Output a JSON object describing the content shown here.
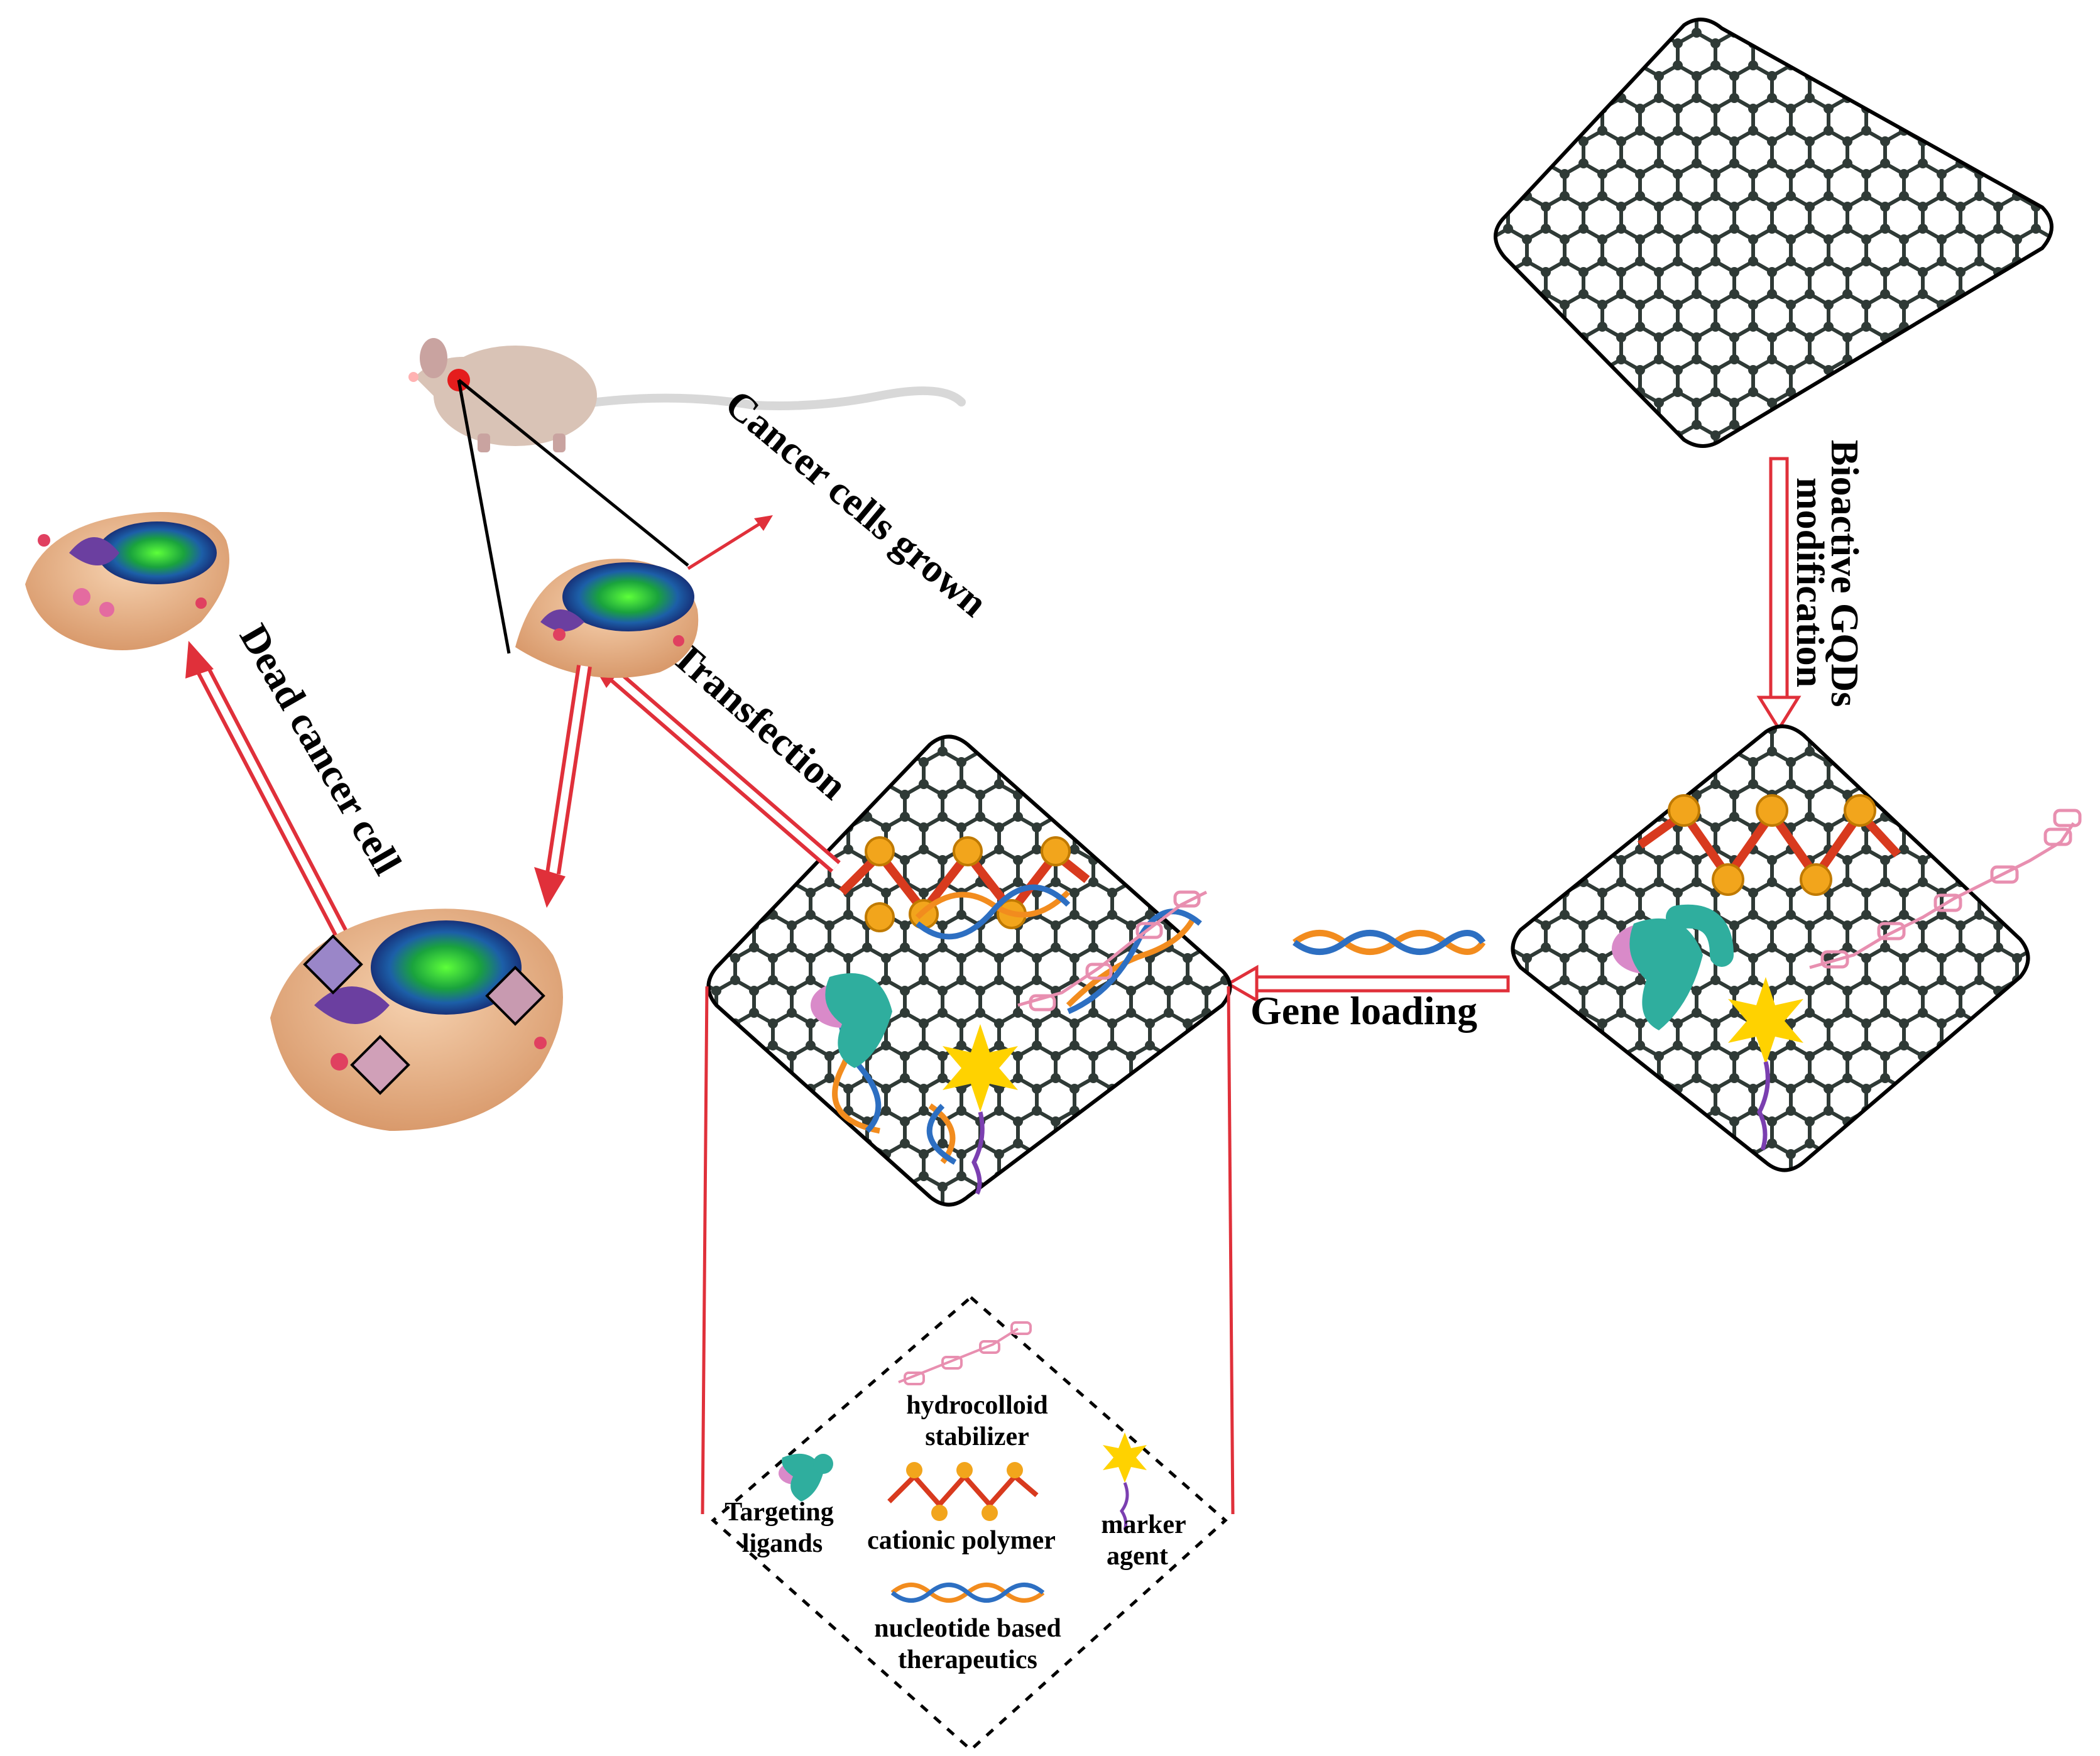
{
  "labels": {
    "bioactive_line1": "Bioactive GQDs",
    "bioactive_line2": "modification",
    "gene_loading": "Gene loading",
    "transfection": "Transfection",
    "cancer_cells_grown": "Cancer cells grown",
    "dead_cancer_cell": "Dead cancer cell"
  },
  "legend": {
    "hydrocolloid_line1": "hydrocolloid",
    "hydrocolloid_line2": "stabilizer",
    "targeting_line1": "Targeting",
    "targeting_line2": "ligands",
    "cationic": "cationic polymer",
    "marker_line1": "marker",
    "marker_line2": "agent",
    "nucleotide_line1": "nucleotide based",
    "nucleotide_line2": "therapeutics"
  },
  "colors": {
    "arrow": "#e0303a",
    "lattice": "#2f3a36",
    "polymer": "#d83a1e",
    "charge": "#f2a51c",
    "marker": "#ffd200",
    "ligand": "#2fae9e",
    "ligand_pink": "#d98ac9",
    "nucleus": "#1f8f3a"
  }
}
